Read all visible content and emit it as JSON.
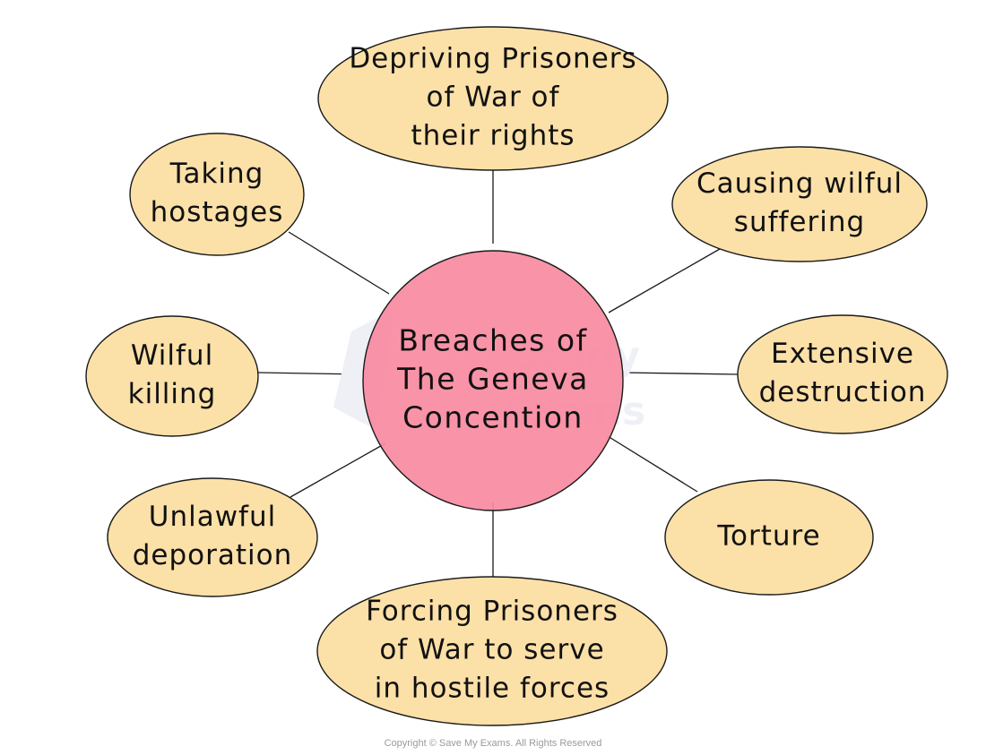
{
  "colors": {
    "center_fill": "#f78ba1",
    "node_fill": "#fbe0a8",
    "outline": "#1a1a1a",
    "connector": "#1a1a1a"
  },
  "center": {
    "lines": [
      "Breaches of",
      "The Geneva",
      "Concention"
    ]
  },
  "nodes": [
    {
      "id": "depriving-pows-rights",
      "lines": [
        "Depriving Prisoners",
        "of War of",
        "their rights"
      ]
    },
    {
      "id": "causing-wilful-suffering",
      "lines": [
        "Causing wilful",
        "suffering"
      ]
    },
    {
      "id": "extensive-destruction",
      "lines": [
        "Extensive",
        "destruction"
      ]
    },
    {
      "id": "torture",
      "lines": [
        "Torture"
      ]
    },
    {
      "id": "forcing-pows-serve",
      "lines": [
        "Forcing Prisoners",
        "of War to serve",
        "in hostile forces"
      ]
    },
    {
      "id": "unlawful-deporation",
      "lines": [
        "Unlawful",
        "deporation"
      ]
    },
    {
      "id": "wilful-killing",
      "lines": [
        "Wilful",
        "killing"
      ]
    },
    {
      "id": "taking-hostages",
      "lines": [
        "Taking",
        "hostages"
      ]
    }
  ],
  "watermark": {
    "brand_lines": [
      "Study",
      "Exams"
    ]
  },
  "footer": {
    "copyright": "Copyright © Save My Exams. All Rights Reserved"
  }
}
